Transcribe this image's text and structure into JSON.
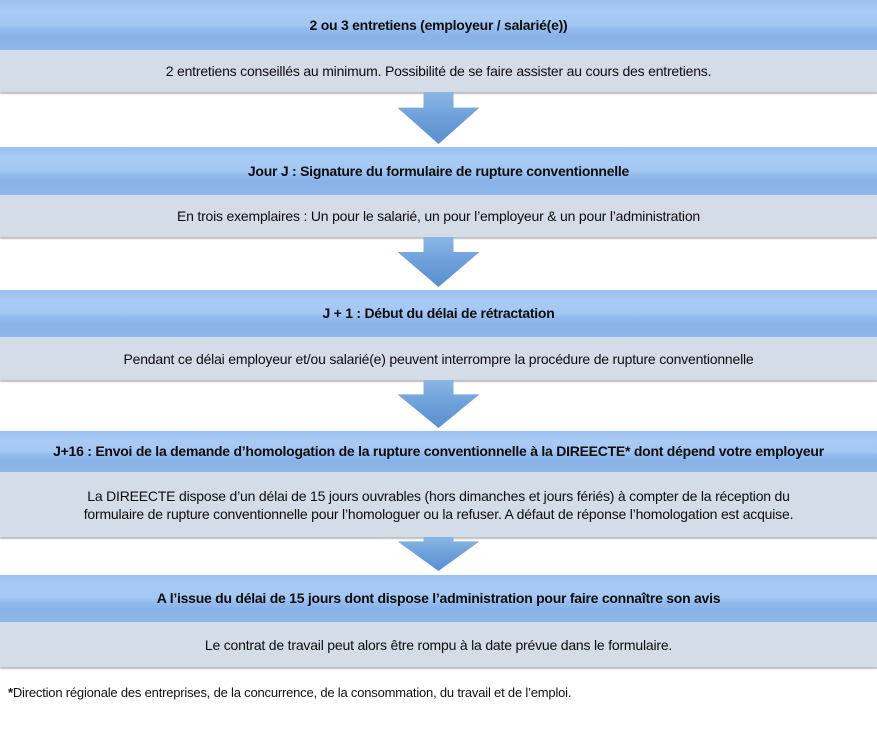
{
  "colors": {
    "header_blue_top": "#a8cbf4",
    "header_blue_bottom": "#8eb7eb",
    "body_band_bg": "#d4dce8",
    "arrow_blue": "#6fa2da"
  },
  "steps": [
    {
      "title": "2 ou 3 entretiens (employeur / salarié(e))",
      "body": "2 entretiens conseillés au minimum. Possibilité de se faire assister au cours des entretiens."
    },
    {
      "title": "Jour J : Signature du formulaire de rupture conventionnelle",
      "body": "En trois exemplaires : Un pour le salarié, un pour l’employeur & un pour l’administration"
    },
    {
      "title": "J + 1 : Début du délai de rétractation",
      "body": "Pendant ce délai employeur et/ou salarié(e) peuvent interrompre la procédure de rupture conventionnelle"
    },
    {
      "title": "J+16 : Envoi de la demande d’homologation de la rupture conventionnelle à la DIREECTE* dont dépend votre employeur",
      "body": "La DIREECTE dispose d’un délai de 15 jours ouvrables (hors dimanches et jours fériés) à compter de la réception du formulaire de rupture conventionnelle pour l’homologuer ou  la refuser. A défaut de réponse l’homologation est acquise."
    },
    {
      "title": "A l’issue du délai de 15 jours dont dispose l’administration pour faire connaître son avis",
      "body": "Le contrat de travail peut alors être rompu à la date prévue dans le formulaire."
    }
  ],
  "footnote": {
    "star": "*",
    "text": "Direction régionale des entreprises, de la concurrence, de la consommation, du travail et de l’emploi."
  }
}
